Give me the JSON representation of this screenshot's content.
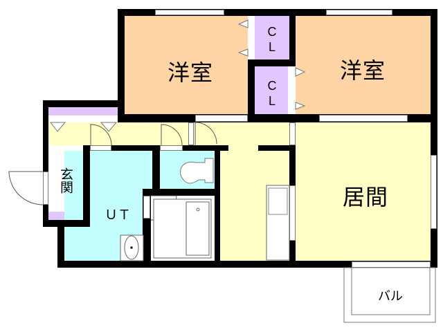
{
  "floor_plan": {
    "rooms": [
      {
        "id": "western-room-1",
        "label": "洋室",
        "color": "#ffd5a6"
      },
      {
        "id": "western-room-2",
        "label": "洋室",
        "color": "#ffd5a6"
      },
      {
        "id": "closet-1",
        "label_line1": "C",
        "label_line2": "L",
        "color": "#e1c6ff"
      },
      {
        "id": "closet-2",
        "label_line1": "C",
        "label_line2": "L",
        "color": "#e1c6ff"
      },
      {
        "id": "living-room",
        "label": "居間",
        "color": "#ffffc6"
      },
      {
        "id": "entrance",
        "label": "玄関",
        "color": "#ffffff"
      },
      {
        "id": "utility",
        "label": "ＵＴ",
        "color": "#c3ffff"
      },
      {
        "id": "balcony",
        "label": "バル",
        "color": "#ffffff"
      }
    ],
    "colors": {
      "wall": "#000000",
      "western_room": "#ffd5a6",
      "closet": "#e1c6ff",
      "living_hall": "#ffffc6",
      "wet_area": "#c3ffff",
      "fixture": "#ffffff"
    }
  }
}
